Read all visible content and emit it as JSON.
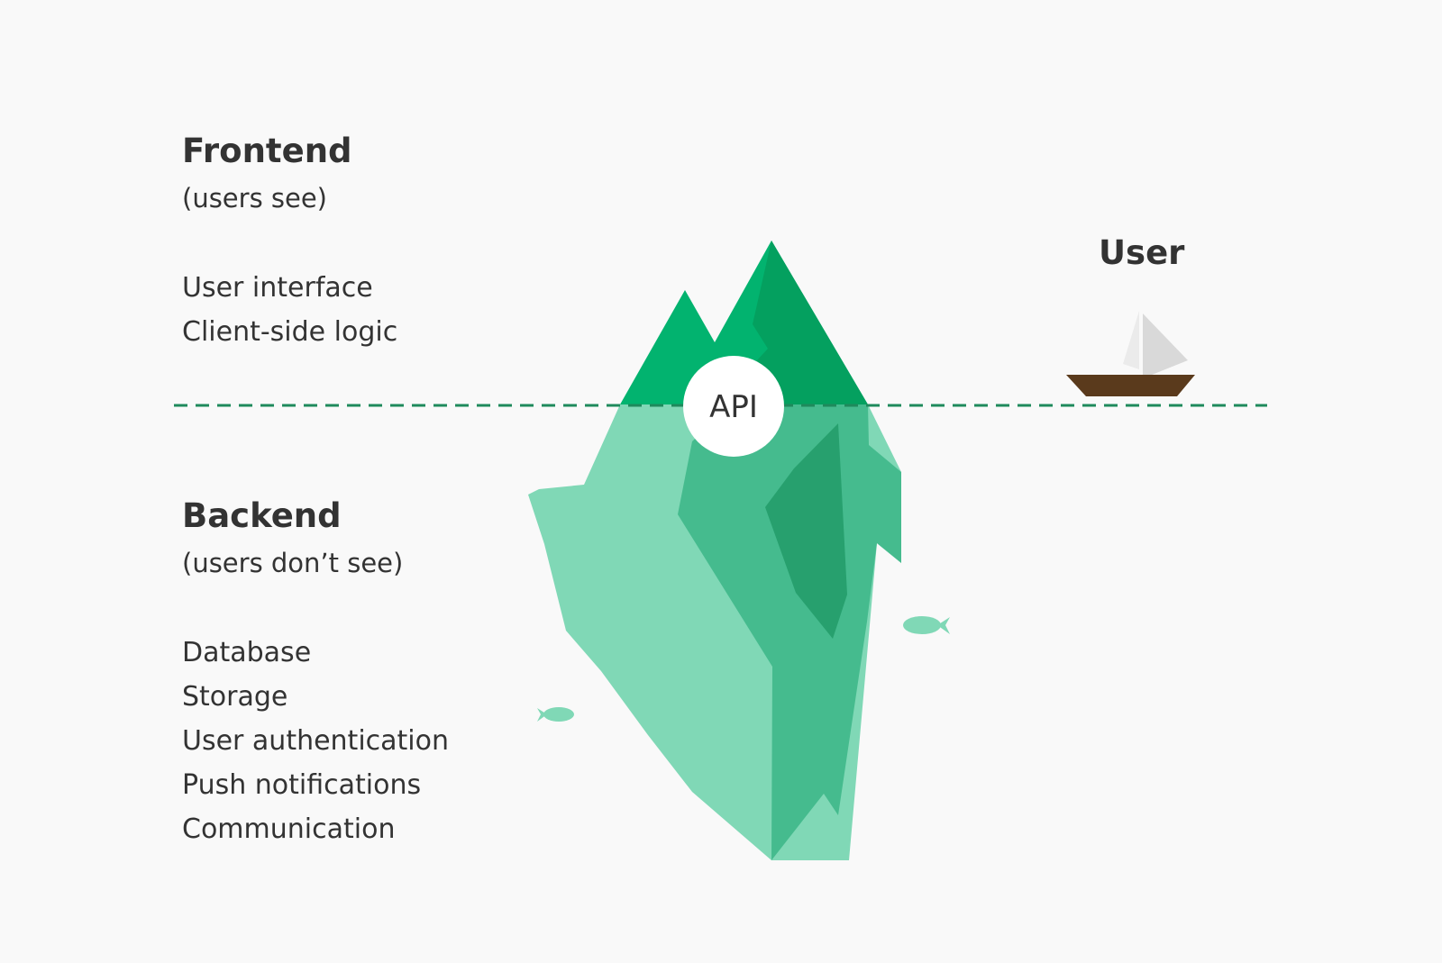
{
  "frontend": {
    "title": "Frontend",
    "note": "(users see)",
    "items": [
      "User interface",
      "Client-side logic"
    ]
  },
  "backend": {
    "title": "Backend",
    "note": "(users don’t see)",
    "items": [
      "Database",
      "Storage",
      "User authentication",
      "Push notifications",
      "Communication"
    ]
  },
  "api": {
    "label": "API"
  },
  "user": {
    "label": "User"
  },
  "icons": {
    "iceberg": "iceberg-icon",
    "boat": "sailboat-icon",
    "fish": "fish-icon"
  },
  "colors": {
    "background": "#f9f9f9",
    "text": "#333333",
    "waterline": "#1f8a5c",
    "peak_light": "#02b36f",
    "peak_dark": "#04a05f",
    "berg_light": "#80d8b6",
    "berg_mid": "#45bb8e",
    "berg_dark": "#27a06e",
    "fish": "#80d8b6",
    "hull": "#5a3a1c",
    "sail": "#e4e4e4"
  }
}
